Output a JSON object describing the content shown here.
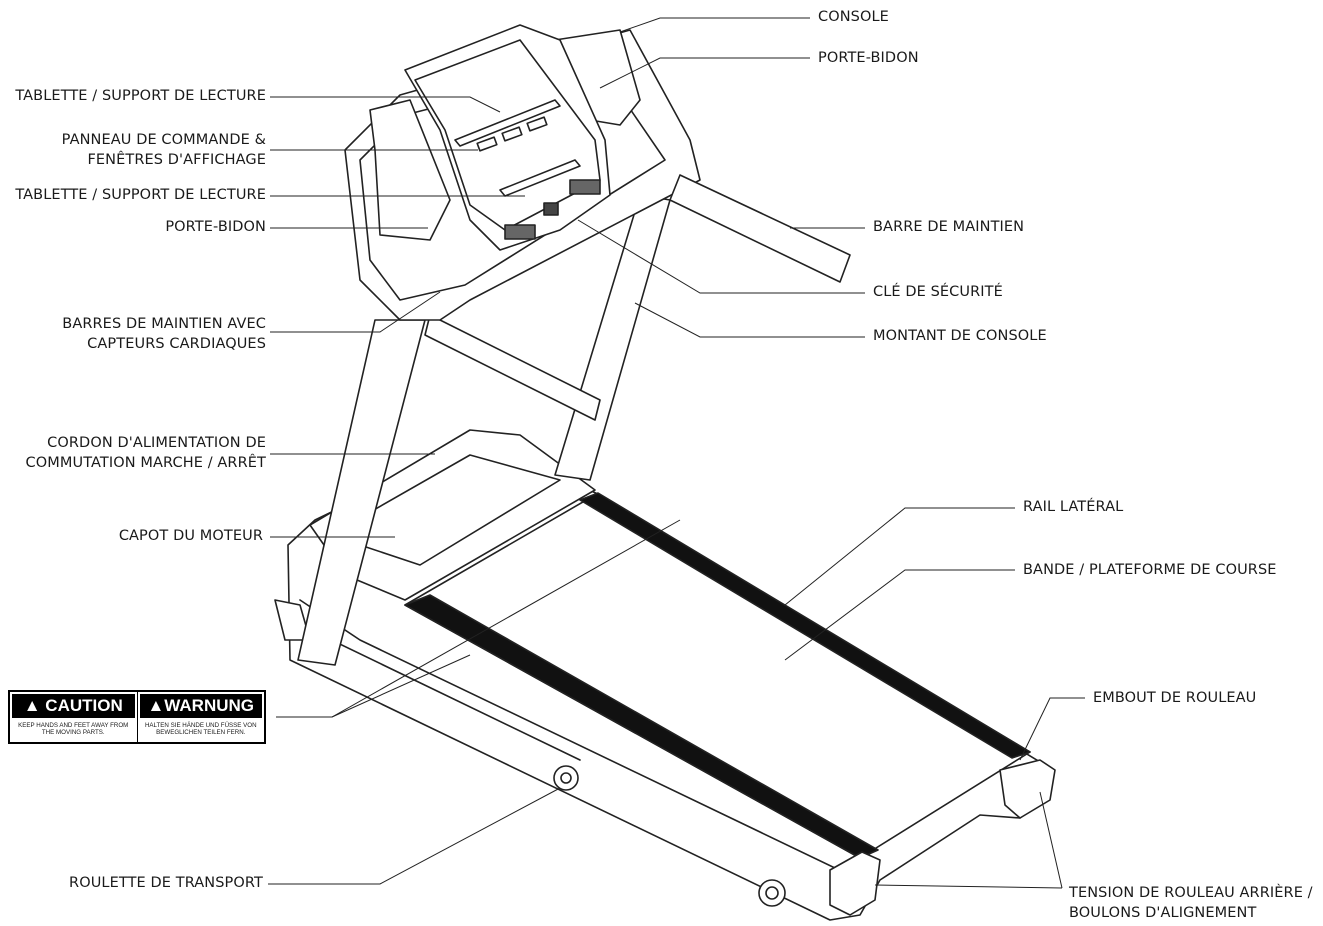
{
  "labels": {
    "console": "CONSOLE",
    "porte_bidon_top": "PORTE-BIDON",
    "tablette_top": "TABLETTE / SUPPORT DE LECTURE",
    "panneau_l1": "PANNEAU DE COMMANDE &",
    "panneau_l2": "FENÊTRES D'AFFICHAGE",
    "tablette_bottom": "TABLETTE / SUPPORT DE LECTURE",
    "porte_bidon_left": "PORTE-BIDON",
    "barre_maintien": "BARRE DE MAINTIEN",
    "cle_securite": "CLÉ DE SÉCURITÉ",
    "barres_capteurs_l1": "BARRES DE MAINTIEN AVEC",
    "barres_capteurs_l2": "CAPTEURS CARDIAQUES",
    "montant_console": "MONTANT DE CONSOLE",
    "cordon_l1": "CORDON D'ALIMENTATION DE",
    "cordon_l2": "COMMUTATION MARCHE / ARRÊT",
    "rail_lateral": "RAIL LATÉRAL",
    "capot_moteur": "CAPOT DU MOTEUR",
    "bande": "BANDE / PLATEFORME DE COURSE",
    "embout_rouleau": "EMBOUT DE ROULEAU",
    "roulette": "ROULETTE DE TRANSPORT",
    "tension_l1": "TENSION DE ROULEAU ARRIÈRE /",
    "tension_l2": "BOULONS D'ALIGNEMENT"
  },
  "caution_label": {
    "caution_title": "▲ CAUTION",
    "caution_text": "KEEP HANDS AND FEET AWAY FROM THE MOVING PARTS.",
    "warnung_title": "▲WARNUNG",
    "warnung_text": "HALTEN SIE HÄNDE UND FÜSSE VON BEWEGLICHEN TEILEN FERN."
  }
}
